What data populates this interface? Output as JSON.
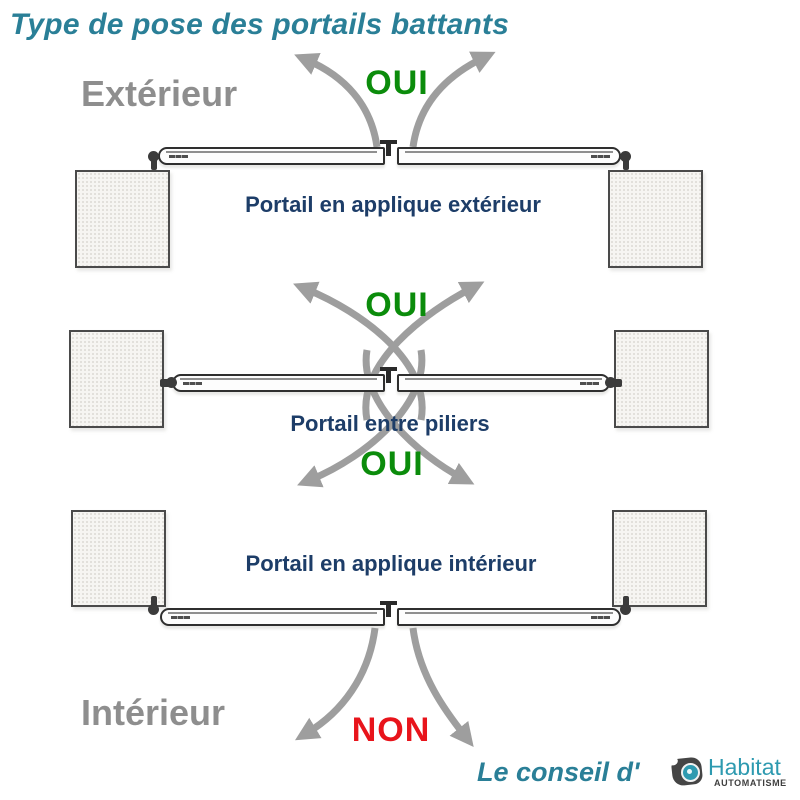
{
  "title": "Type de pose des portails battants",
  "zones": {
    "exterior": "Extérieur",
    "interior": "Intérieur"
  },
  "diagrams": [
    {
      "caption": "Portail en applique extérieur",
      "answer_above": "OUI"
    },
    {
      "caption": "Portail entre piliers",
      "answer_above": "OUI",
      "answer_below": "OUI"
    },
    {
      "caption": "Portail en applique intérieur",
      "answer_below": "NON"
    }
  ],
  "footer": {
    "lead": "Le conseil d'",
    "brand": "Habitat",
    "brand_sub": "AUTOMATISME"
  },
  "colors": {
    "title_teal": "#2A7F97",
    "caption_navy": "#1D3D68",
    "yes_green": "#0B8C0B",
    "no_red": "#E8141B",
    "zone_gray": "#8E8E8E",
    "arrow_gray": "#9E9E9E",
    "brand_teal": "#2E9AB0"
  }
}
